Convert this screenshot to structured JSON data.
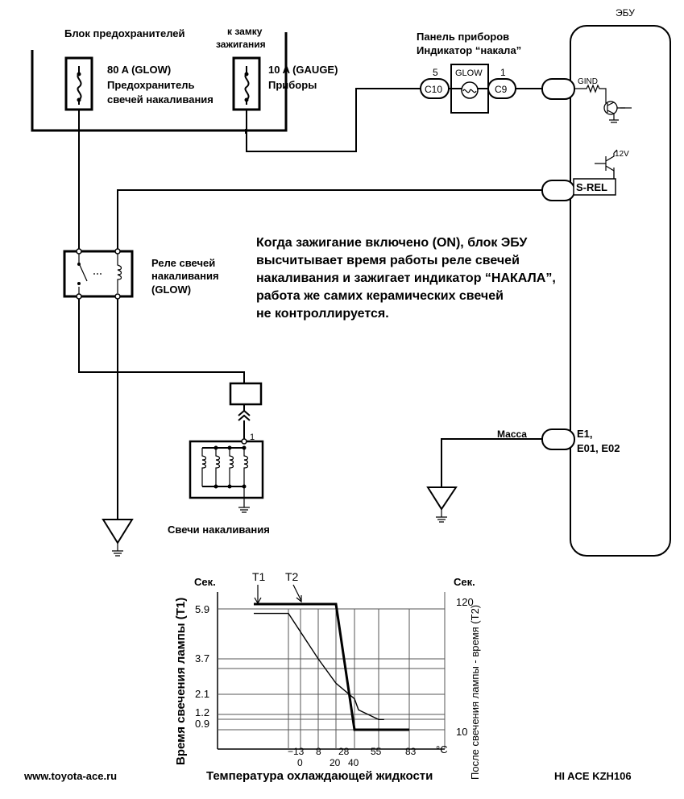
{
  "labels": {
    "ecu": "ЭБУ",
    "fuse_block": "Блок предохранителей",
    "ignition_1": "к замку",
    "ignition_2": "зажигания",
    "fuse80_1": "80 A (GLOW)",
    "fuse80_2": "Предохранитель",
    "fuse80_3": "свечей накаливания",
    "fuse10_1": "10 A (GAUGE)",
    "fuse10_2": "Приборы",
    "panel_1": "Панель приборов",
    "panel_2": "Индикатор “накала”",
    "pin5": "5",
    "pin1": "1",
    "c10": "C10",
    "glow": "GLOW",
    "c9": "C9",
    "gind": "GIND",
    "v12": "12V",
    "srel": "S-REL",
    "relay_1": "Реле свечей",
    "relay_2": "накаливания",
    "relay_3": "(GLOW)",
    "note_1": "Когда зажигание включено (ON), блок ЭБУ",
    "note_2": "высчитывает время работы реле свечей",
    "note_3": "накаливания и зажигает индикатор “НАКАЛА”,",
    "note_4": "работа же самих керамических свечей",
    "note_5": "не контроллируется.",
    "plug_pin": "1",
    "mass": "Масса",
    "e1": "E1,",
    "e01": "E01, E02",
    "glow_plugs": "Свечи накаливания",
    "website": "www.toyota-ace.ru",
    "model": "HI ACE KZH106"
  },
  "chart_data": {
    "type": "line",
    "xlabel": "Температура охлаждающей жидкости",
    "ylabel_left": "Время свечения лампы (T1)",
    "ylabel_right": "После свечения лампы - время (T2)",
    "yunit_left": "Сек.",
    "yunit_right": "Сек.",
    "xunit": "°C",
    "x_ticks_top": [
      "−13",
      "8",
      "28",
      "55",
      "83"
    ],
    "x_ticks_bottom": [
      "0",
      "20",
      "40"
    ],
    "y_ticks_left": [
      "5.9",
      "3.7",
      "2.1",
      "1.2",
      "0.9"
    ],
    "y_ticks_right": [
      "120",
      "10"
    ],
    "series": [
      {
        "name": "T1",
        "x": [
          -25,
          -13,
          8,
          20,
          28,
          40,
          55,
          60
        ],
        "y": [
          5.7,
          5.7,
          3.7,
          2.6,
          1.9,
          1.4,
          1.1,
          1.1
        ]
      },
      {
        "name": "T2",
        "x": [
          -25,
          20,
          28,
          55,
          83
        ],
        "y": [
          120,
          120,
          10,
          10,
          10
        ]
      }
    ]
  }
}
